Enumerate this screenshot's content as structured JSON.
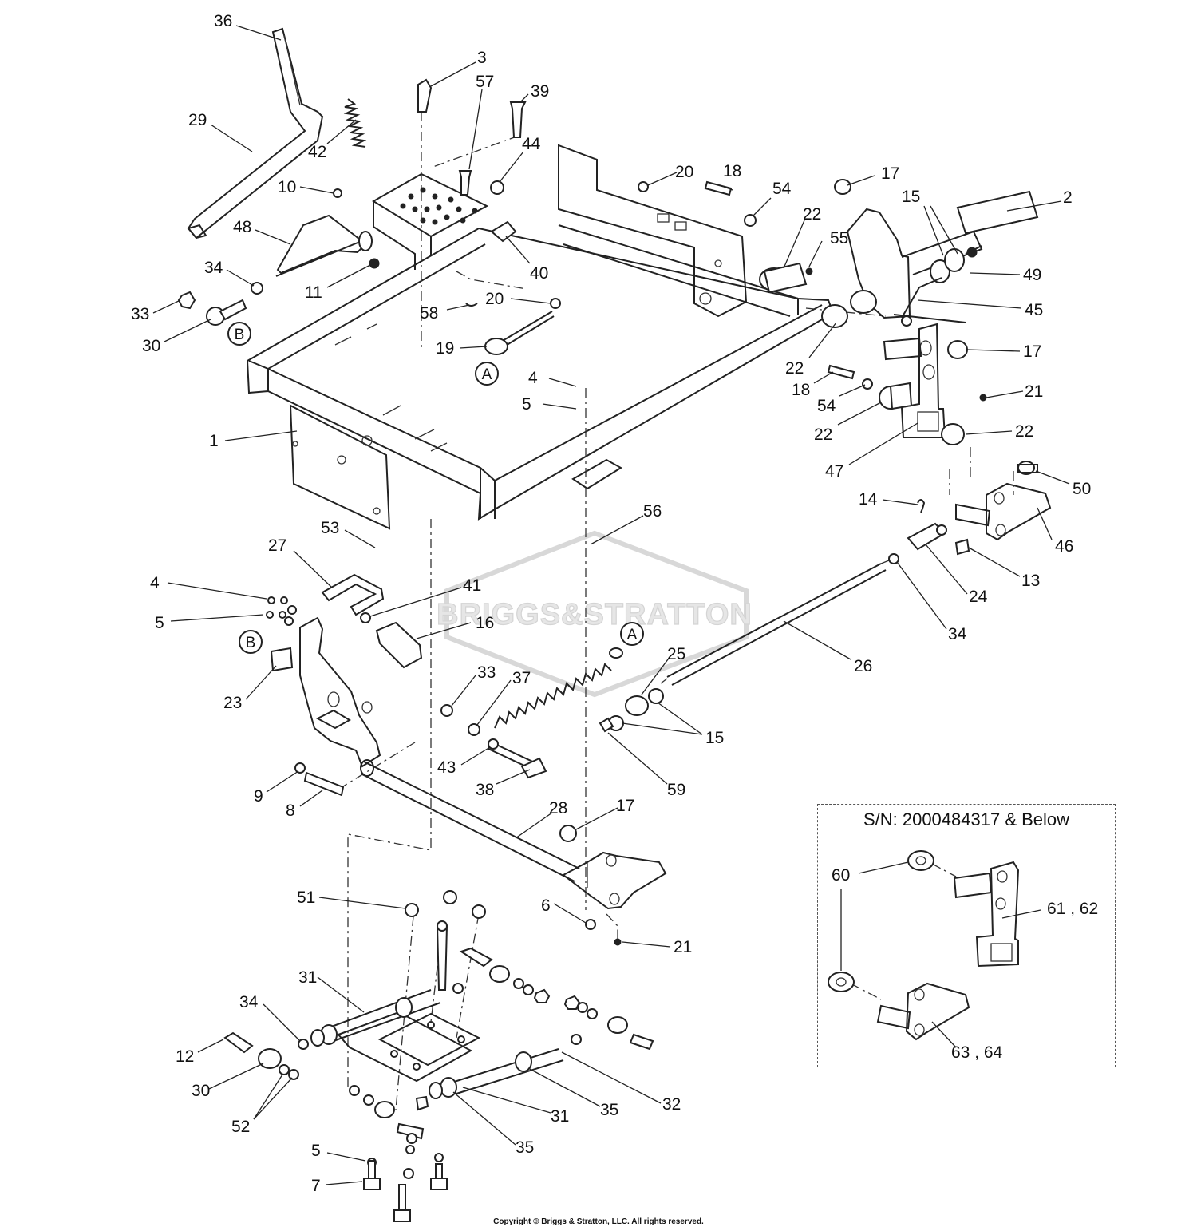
{
  "callouts": [
    {
      "id": "c36",
      "text": "36"
    },
    {
      "id": "c3",
      "text": "3"
    },
    {
      "id": "c57",
      "text": "57"
    },
    {
      "id": "c39",
      "text": "39"
    },
    {
      "id": "c29",
      "text": "29"
    },
    {
      "id": "c42",
      "text": "42"
    },
    {
      "id": "c44",
      "text": "44"
    },
    {
      "id": "c20a",
      "text": "20"
    },
    {
      "id": "c18a",
      "text": "18"
    },
    {
      "id": "c54a",
      "text": "54"
    },
    {
      "id": "c17a",
      "text": "17"
    },
    {
      "id": "c15a",
      "text": "15"
    },
    {
      "id": "c2",
      "text": "2"
    },
    {
      "id": "c10",
      "text": "10"
    },
    {
      "id": "c48",
      "text": "48"
    },
    {
      "id": "c22a",
      "text": "22"
    },
    {
      "id": "c55",
      "text": "55"
    },
    {
      "id": "c49",
      "text": "49"
    },
    {
      "id": "c34a",
      "text": "34"
    },
    {
      "id": "c11",
      "text": "11"
    },
    {
      "id": "c40",
      "text": "40"
    },
    {
      "id": "c45",
      "text": "45"
    },
    {
      "id": "c33a",
      "text": "33"
    },
    {
      "id": "c58",
      "text": "58"
    },
    {
      "id": "c20b",
      "text": "20"
    },
    {
      "id": "c30a",
      "text": "30"
    },
    {
      "id": "c17b",
      "text": "17"
    },
    {
      "id": "c19",
      "text": "19"
    },
    {
      "id": "c22b",
      "text": "22"
    },
    {
      "id": "c18b",
      "text": "18"
    },
    {
      "id": "c21a",
      "text": "21"
    },
    {
      "id": "c4a",
      "text": "4"
    },
    {
      "id": "c54b",
      "text": "54"
    },
    {
      "id": "c5a",
      "text": "5"
    },
    {
      "id": "c22c",
      "text": "22"
    },
    {
      "id": "c22d",
      "text": "22"
    },
    {
      "id": "c1",
      "text": "1"
    },
    {
      "id": "c47",
      "text": "47"
    },
    {
      "id": "c50",
      "text": "50"
    },
    {
      "id": "c14",
      "text": "14"
    },
    {
      "id": "c56",
      "text": "56"
    },
    {
      "id": "c46",
      "text": "46"
    },
    {
      "id": "c53",
      "text": "53"
    },
    {
      "id": "c27",
      "text": "27"
    },
    {
      "id": "c13",
      "text": "13"
    },
    {
      "id": "c24",
      "text": "24"
    },
    {
      "id": "c4b",
      "text": "4"
    },
    {
      "id": "c41",
      "text": "41"
    },
    {
      "id": "c5b",
      "text": "5"
    },
    {
      "id": "c16",
      "text": "16"
    },
    {
      "id": "c34b",
      "text": "34"
    },
    {
      "id": "c25",
      "text": "25"
    },
    {
      "id": "c26",
      "text": "26"
    },
    {
      "id": "c33b",
      "text": "33"
    },
    {
      "id": "c37",
      "text": "37"
    },
    {
      "id": "c23",
      "text": "23"
    },
    {
      "id": "c15b",
      "text": "15"
    },
    {
      "id": "c43",
      "text": "43"
    },
    {
      "id": "c59",
      "text": "59"
    },
    {
      "id": "c38",
      "text": "38"
    },
    {
      "id": "c9",
      "text": "9"
    },
    {
      "id": "c8",
      "text": "8"
    },
    {
      "id": "c28",
      "text": "28"
    },
    {
      "id": "c17c",
      "text": "17"
    },
    {
      "id": "c51",
      "text": "51"
    },
    {
      "id": "c6",
      "text": "6"
    },
    {
      "id": "c21b",
      "text": "21"
    },
    {
      "id": "c31a",
      "text": "31"
    },
    {
      "id": "c34c",
      "text": "34"
    },
    {
      "id": "c12",
      "text": "12"
    },
    {
      "id": "c30b",
      "text": "30"
    },
    {
      "id": "c32",
      "text": "32"
    },
    {
      "id": "c31b",
      "text": "31"
    },
    {
      "id": "c35a",
      "text": "35"
    },
    {
      "id": "c52",
      "text": "52"
    },
    {
      "id": "c35b",
      "text": "35"
    },
    {
      "id": "c5c",
      "text": "5"
    },
    {
      "id": "c7",
      "text": "7"
    },
    {
      "id": "c60",
      "text": "60"
    },
    {
      "id": "c61_62",
      "text": "61 , 62"
    },
    {
      "id": "c63_64",
      "text": "63 , 64"
    }
  ],
  "reference_markers": [
    {
      "id": "refB1",
      "text": "B"
    },
    {
      "id": "refA1",
      "text": "A"
    },
    {
      "id": "refB2",
      "text": "B"
    },
    {
      "id": "refA2",
      "text": "A"
    }
  ],
  "serial_box": {
    "title": "S/N: 2000484317 & Below"
  },
  "watermark": {
    "text": "BRIGGS&STRATTON"
  },
  "copyright": "Copyright © Briggs & Stratton, LLC. All rights reserved."
}
